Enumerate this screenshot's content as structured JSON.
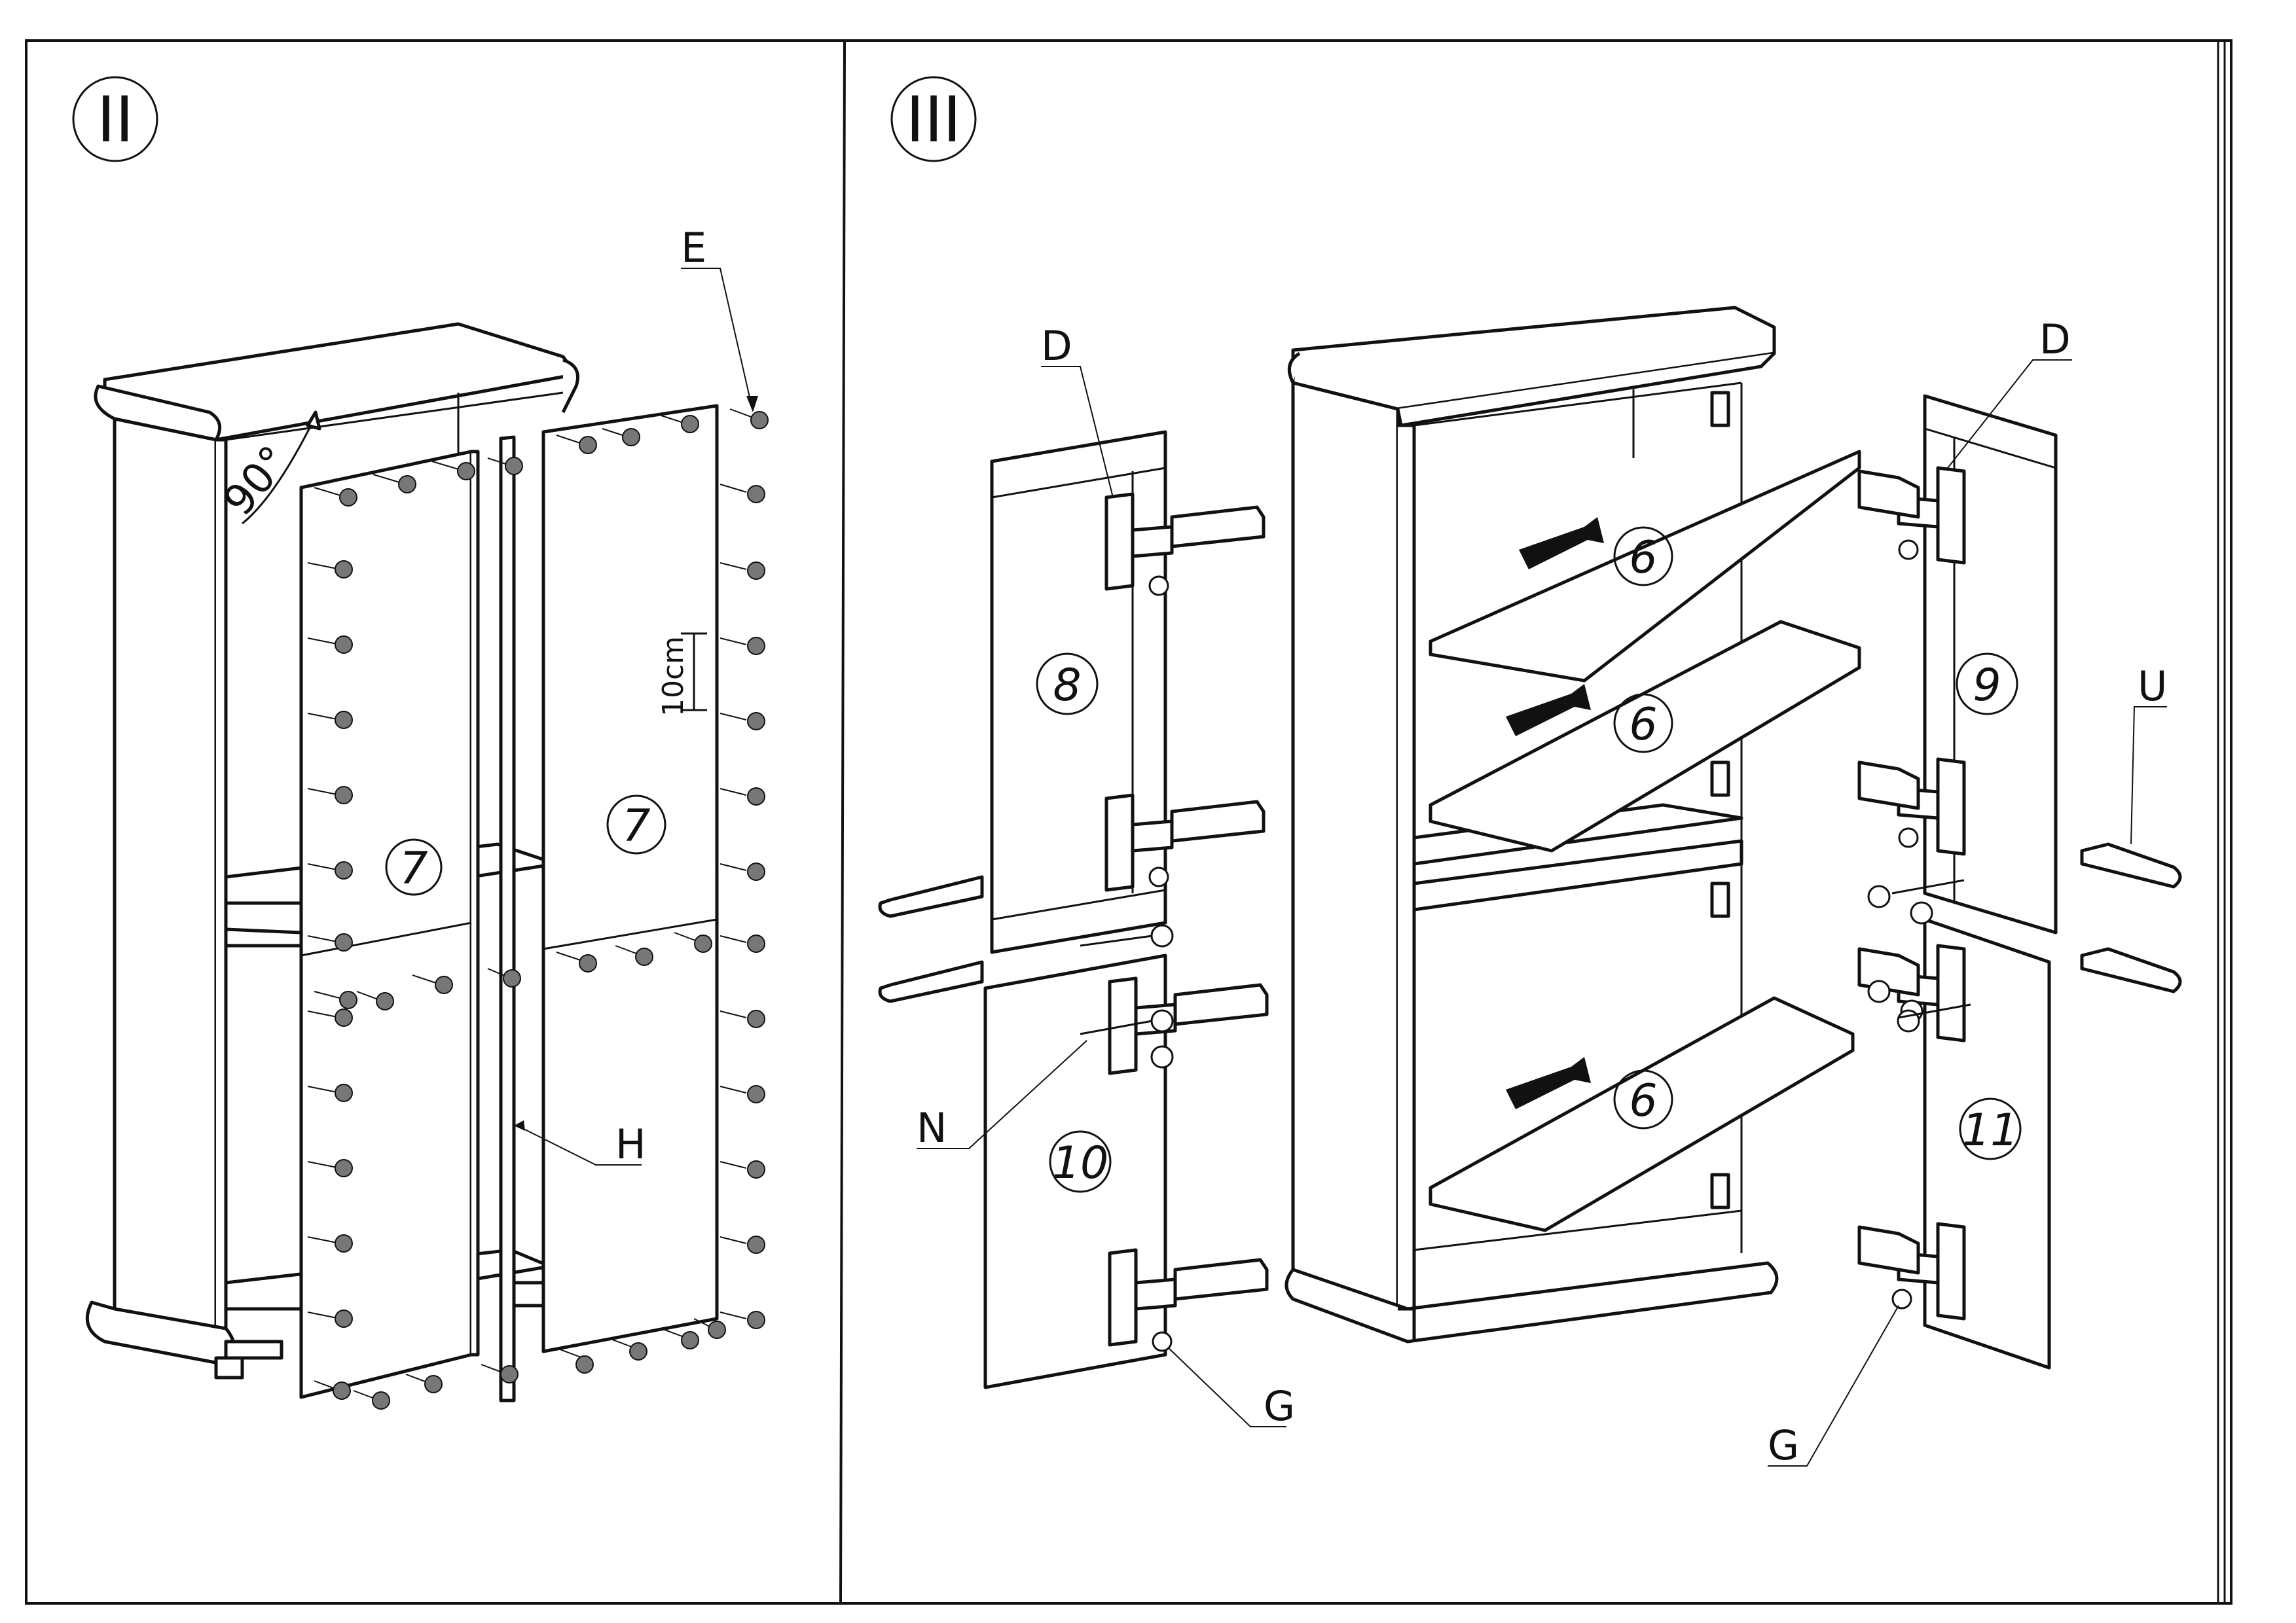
{
  "steps": {
    "left": "II",
    "right": "III"
  },
  "left_panel": {
    "angle_label": "90°",
    "dimension_label": "10cm",
    "part_labels": {
      "door_a": "7",
      "door_b": "7"
    },
    "callouts": {
      "nail": "E",
      "strip": "H"
    }
  },
  "right_panel": {
    "shelf_labels": [
      "6",
      "6",
      "6"
    ],
    "door_labels": {
      "top_left": "8",
      "bottom_left": "10",
      "top_right": "9",
      "bottom_right": "11"
    },
    "callouts": {
      "hinge_left": "D",
      "hinge_right": "D",
      "handle": "U",
      "screw_n": "N",
      "screw_g_left": "G",
      "screw_g_right": "G"
    }
  },
  "colors": {
    "line": "#111111",
    "background": "#ffffff",
    "nail_head": "#777777"
  }
}
